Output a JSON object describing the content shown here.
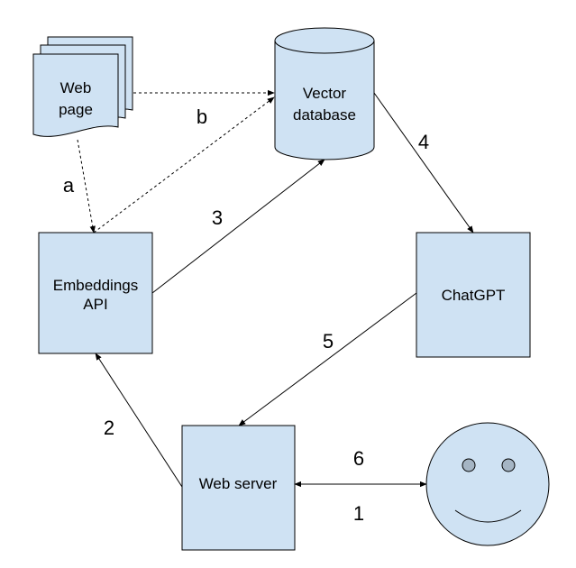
{
  "nodes": {
    "web_page": {
      "line1": "Web",
      "line2": "page"
    },
    "vector_db": {
      "line1": "Vector",
      "line2": "database"
    },
    "embeddings_api": {
      "line1": "Embeddings",
      "line2": "API"
    },
    "chatgpt": {
      "label": "ChatGPT"
    },
    "web_server": {
      "label": "Web server"
    },
    "user": {
      "icon": "smiley-face-icon"
    }
  },
  "edges": [
    {
      "label": "a",
      "from": "web_page",
      "to": "embeddings_api",
      "style": "dashed"
    },
    {
      "label": "b",
      "from": "web_page",
      "to": "vector_db",
      "style": "dashed"
    },
    {
      "label": "",
      "from": "embeddings_api",
      "to": "vector_db",
      "style": "dashed"
    },
    {
      "label": "3",
      "from": "embeddings_api",
      "to": "vector_db",
      "style": "solid"
    },
    {
      "label": "4",
      "from": "vector_db",
      "to": "chatgpt",
      "style": "solid"
    },
    {
      "label": "5",
      "from": "chatgpt",
      "to": "web_server",
      "style": "solid"
    },
    {
      "label": "2",
      "from": "web_server",
      "to": "embeddings_api",
      "style": "solid"
    },
    {
      "label": "6",
      "from": "web_server",
      "to": "user",
      "style": "solid-bidirectional"
    },
    {
      "label": "1",
      "from": "user",
      "to": "web_server",
      "style": "solid-bidirectional"
    }
  ],
  "colors": {
    "node_fill": "#cfe2f3",
    "stroke": "#000000"
  }
}
